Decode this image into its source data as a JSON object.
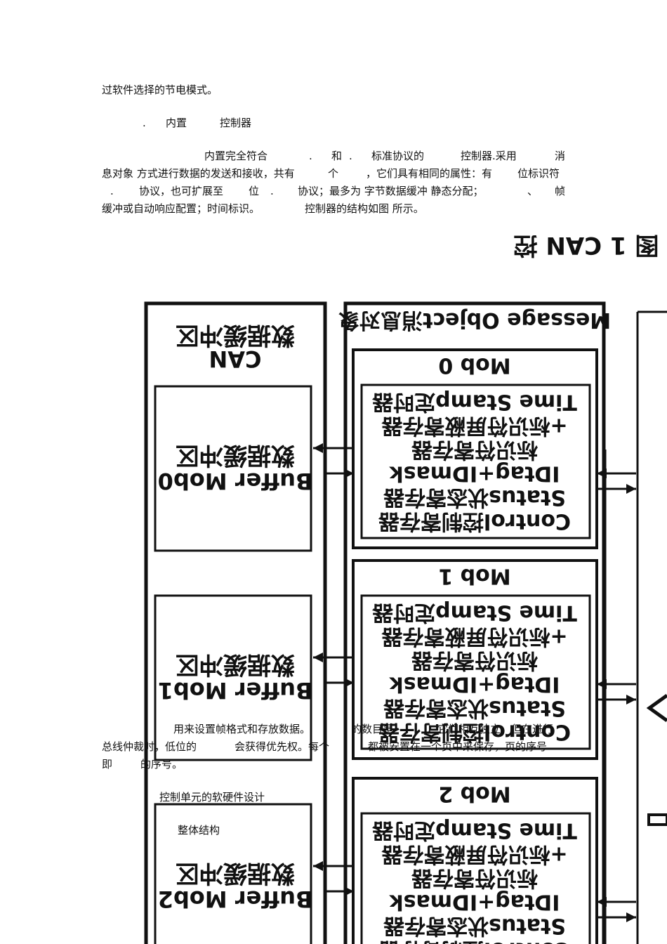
{
  "paragraphs": {
    "p1": "过软件选择的节电模式。",
    "heading_dot": ".",
    "heading_a": "内置",
    "heading_b": "控制器",
    "l1_a": "内置完全符合",
    "l1_b": ".",
    "l1_c": "和",
    "l1_d": ".",
    "l1_e": "标准协议的",
    "l1_f": "控制器.采用",
    "l1_g": "消",
    "l2_a": "息对象 方式进行数据的发送和接收，共有",
    "l2_b": "个",
    "l2_c": "，它们具有相同的属性：有",
    "l2_d": "位标识符",
    "l3_a": ".",
    "l3_b": "协议，也可扩展至",
    "l3_c": "位",
    "l3_d": ".",
    "l3_e": "协议；最多为 字节数据缓冲 静态分配；",
    "l3_f": "、",
    "l3_g": "帧",
    "l4_a": "缓冲或自动响应配置；时间标识。",
    "l4_b": "控制器的结构如图 所示。",
    "l5_a": "用来设置帧格式和存放数据。",
    "l5_b": "的数目是",
    "l5_c": "，它们相互独立，但在进行",
    "l6_a": "总线仲裁时，低位的",
    "l6_b": "会获得优先权。每个",
    "l6_c": "都被安置在一个页中来保存，页的序号",
    "l7_a": "即",
    "l7_b": "的序号。",
    "sec": "控制单元的软硬件设计",
    "subsec": "整体结构"
  },
  "figure": {
    "caption": "图 1    CAN 控",
    "buffer_title": "数据缓冲区",
    "can_label": "CAN",
    "msg_obj_title": "Message Object消息对象",
    "mobs": [
      {
        "title": "Mob 0",
        "buffer_cn": "数据缓冲区",
        "buffer_en": "Buffer Mob0"
      },
      {
        "title": "Mob 1",
        "buffer_cn": "数据缓冲区",
        "buffer_en": "Buffer Mob1"
      },
      {
        "title": "Mob 2",
        "buffer_cn": "数据缓冲区",
        "buffer_en": "Buffer Mob2"
      }
    ],
    "registers": {
      "time": "Time Stamp定时器",
      "mask1": "+标识符屏蔽寄存器",
      "mask2": "标识符寄存器",
      "idtag": "IDtag+IDmask",
      "status": "Status状态寄存器",
      "control": "Control控制寄存器"
    }
  }
}
